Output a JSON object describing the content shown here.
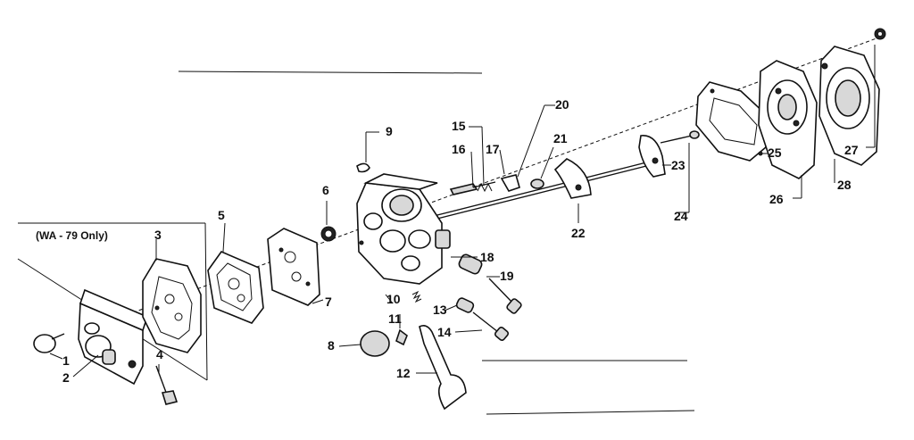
{
  "diagram": {
    "note": "(WA - 79 Only)",
    "labels": [
      "1",
      "2",
      "3",
      "4",
      "5",
      "6",
      "7",
      "8",
      "9",
      "10",
      "11",
      "12",
      "13",
      "14",
      "15",
      "16",
      "17",
      "18",
      "19",
      "20",
      "21",
      "22",
      "23",
      "24",
      "25",
      "26",
      "27",
      "28"
    ]
  }
}
